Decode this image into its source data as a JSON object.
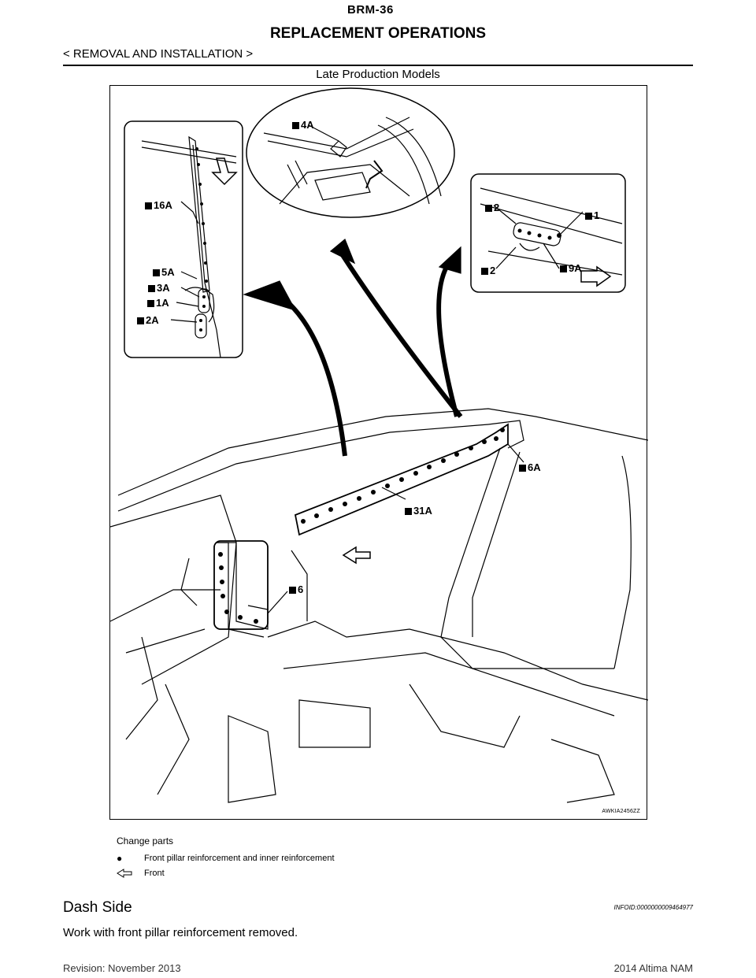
{
  "header": {
    "page_code": "BRM-36",
    "title": "REPLACEMENT OPERATIONS",
    "breadcrumb": "< REMOVAL AND INSTALLATION >"
  },
  "figure": {
    "caption": "Late Production Models",
    "figure_id": "AWKIA2456ZZ",
    "callouts": {
      "c16a": "16A",
      "c5a": "5A",
      "c3a": "3A",
      "c1a": "1A",
      "c2a": "2A",
      "c4a": "4A",
      "c2_top": "2",
      "c1": "1",
      "c2_bottom": "2",
      "c9a": "9A",
      "c6a": "6A",
      "c31a": "31A",
      "c6": "6"
    }
  },
  "legend": {
    "heading": "Change parts",
    "items": [
      {
        "symbol": "bullet",
        "text": "Front pillar reinforcement and inner reinforcement"
      },
      {
        "symbol": "front-arrow",
        "text": "Front"
      }
    ]
  },
  "section": {
    "title": "Dash Side",
    "info_id": "INFOID:0000000009464977",
    "body": "Work with front pillar reinforcement removed."
  },
  "footer": {
    "revision": "Revision: November 2013",
    "model": "2014 Altima NAM"
  }
}
